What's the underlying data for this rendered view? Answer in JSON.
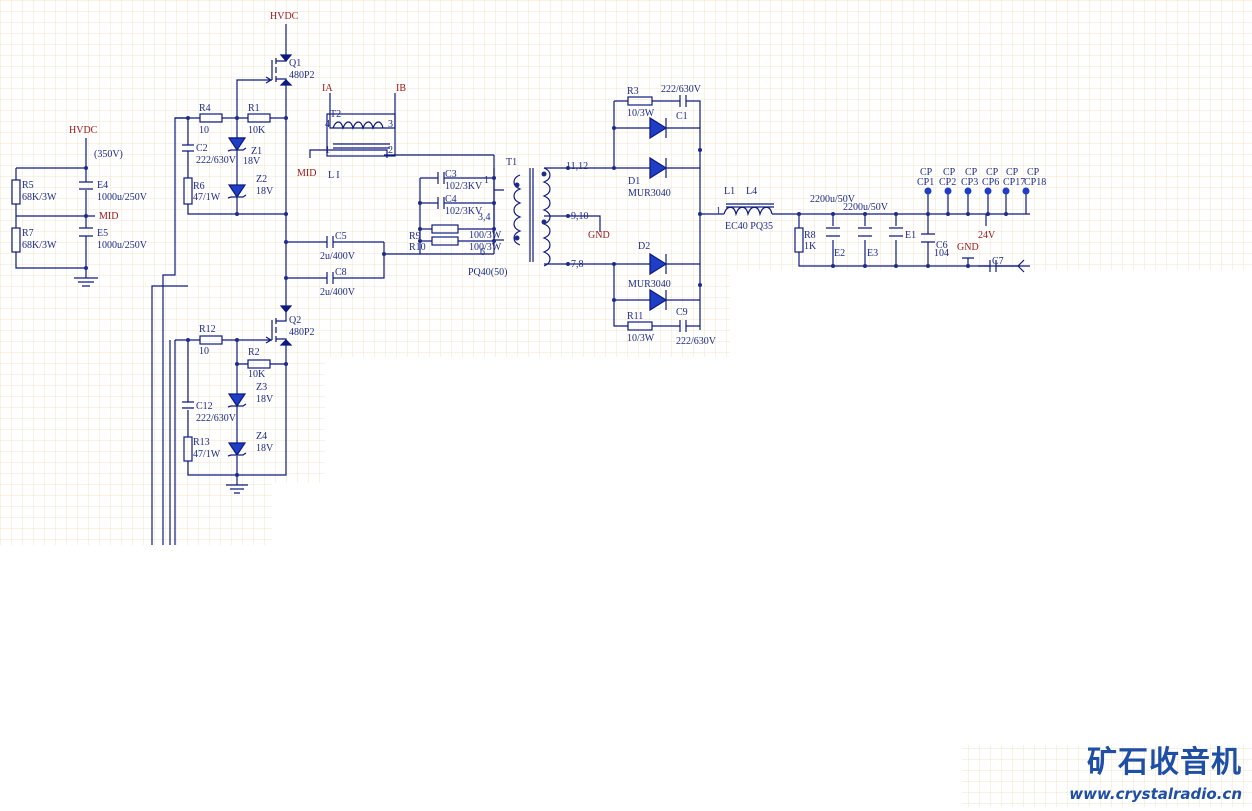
{
  "colors": {
    "wire": "#0d1a80",
    "net": "#a01818",
    "grid": "#f0e4cc",
    "watermark": "#1f4fa5"
  },
  "nets": {
    "hvdc_top": "HVDC",
    "hvdc_left": "HVDC",
    "mid_left": "MID",
    "mid_t2": "MID",
    "ia": "IA",
    "ib": "IB",
    "gnd_t1": "GND",
    "gnd_out": "GND",
    "out24": "24V"
  },
  "notes": {
    "bus_voltage": "(350V)",
    "core_t1": "PQ40(50)",
    "core_l4": "EC40 PQ35"
  },
  "components": {
    "Q1": {
      "ref": "Q1",
      "value": "480P2"
    },
    "Q2": {
      "ref": "Q2",
      "value": "480P2"
    },
    "R1": {
      "ref": "R1",
      "value": "10K"
    },
    "R2": {
      "ref": "R2",
      "value": "10K"
    },
    "R3": {
      "ref": "R3",
      "value": "10/3W"
    },
    "R4": {
      "ref": "R4",
      "value": "10"
    },
    "R5": {
      "ref": "R5",
      "value": "68K/3W"
    },
    "R6": {
      "ref": "R6",
      "value": "47/1W"
    },
    "R7": {
      "ref": "R7",
      "value": "68K/3W"
    },
    "R8": {
      "ref": "R8",
      "value": "1K"
    },
    "R9": {
      "ref": "R9",
      "value": "100/3W"
    },
    "R10": {
      "ref": "R10",
      "value": "100/3W"
    },
    "R11": {
      "ref": "R11",
      "value": "10/3W"
    },
    "R12": {
      "ref": "R12",
      "value": "10"
    },
    "R13": {
      "ref": "R13",
      "value": "47/1W"
    },
    "C1": {
      "ref": "C1",
      "value": "222/630V"
    },
    "C2": {
      "ref": "C2",
      "value": "222/630V"
    },
    "C3": {
      "ref": "C3",
      "value": "102/3KV"
    },
    "C4": {
      "ref": "C4",
      "value": "102/3KV"
    },
    "C5": {
      "ref": "C5",
      "value": "2u/400V"
    },
    "C6": {
      "ref": "C6",
      "value": "104"
    },
    "C7": {
      "ref": "C7"
    },
    "C8": {
      "ref": "C8",
      "value": "2u/400V"
    },
    "C9": {
      "ref": "C9",
      "value": "222/630V"
    },
    "C12": {
      "ref": "C12",
      "value": "222/630V"
    },
    "E1": {
      "ref": "E1"
    },
    "E2": {
      "ref": "E2",
      "value": "2200u/50V"
    },
    "E3": {
      "ref": "E3",
      "value": "2200u/50V"
    },
    "E4": {
      "ref": "E4",
      "value": "1000u/250V"
    },
    "E5": {
      "ref": "E5",
      "value": "1000u/250V"
    },
    "Z1": {
      "ref": "Z1",
      "value": "18V"
    },
    "Z2": {
      "ref": "Z2",
      "value": "18V"
    },
    "Z3": {
      "ref": "Z3",
      "value": "18V"
    },
    "Z4": {
      "ref": "Z4",
      "value": "18V"
    },
    "D1": {
      "ref": "D1",
      "value": "MUR3040"
    },
    "D2": {
      "ref": "D2",
      "value": "MUR3040"
    },
    "T1": {
      "ref": "T1"
    },
    "T2": {
      "ref": "T2",
      "sub": "L I"
    },
    "L1": {
      "ref": "L1"
    },
    "L4": {
      "ref": "L4"
    }
  },
  "pins": {
    "t1_p1": "1",
    "t1_34": "3,4",
    "t1_6": "6",
    "t1_1112": "11,12",
    "t1_910": "9,10",
    "t1_78": "7,8",
    "t2_4": "4",
    "t2_3": "3",
    "t2_1": "1",
    "t2_2": "2",
    "l4_1": "1"
  },
  "connectors": [
    {
      "net": "CP",
      "ref": "CP1"
    },
    {
      "net": "CP",
      "ref": "CP2"
    },
    {
      "net": "CP",
      "ref": "CP3"
    },
    {
      "net": "CP",
      "ref": "CP6"
    },
    {
      "net": "CP",
      "ref": "CP17"
    },
    {
      "net": "CP",
      "ref": "CP18"
    }
  ],
  "watermark": {
    "title": "矿石收音机",
    "url": "www.crystalradio.cn"
  }
}
